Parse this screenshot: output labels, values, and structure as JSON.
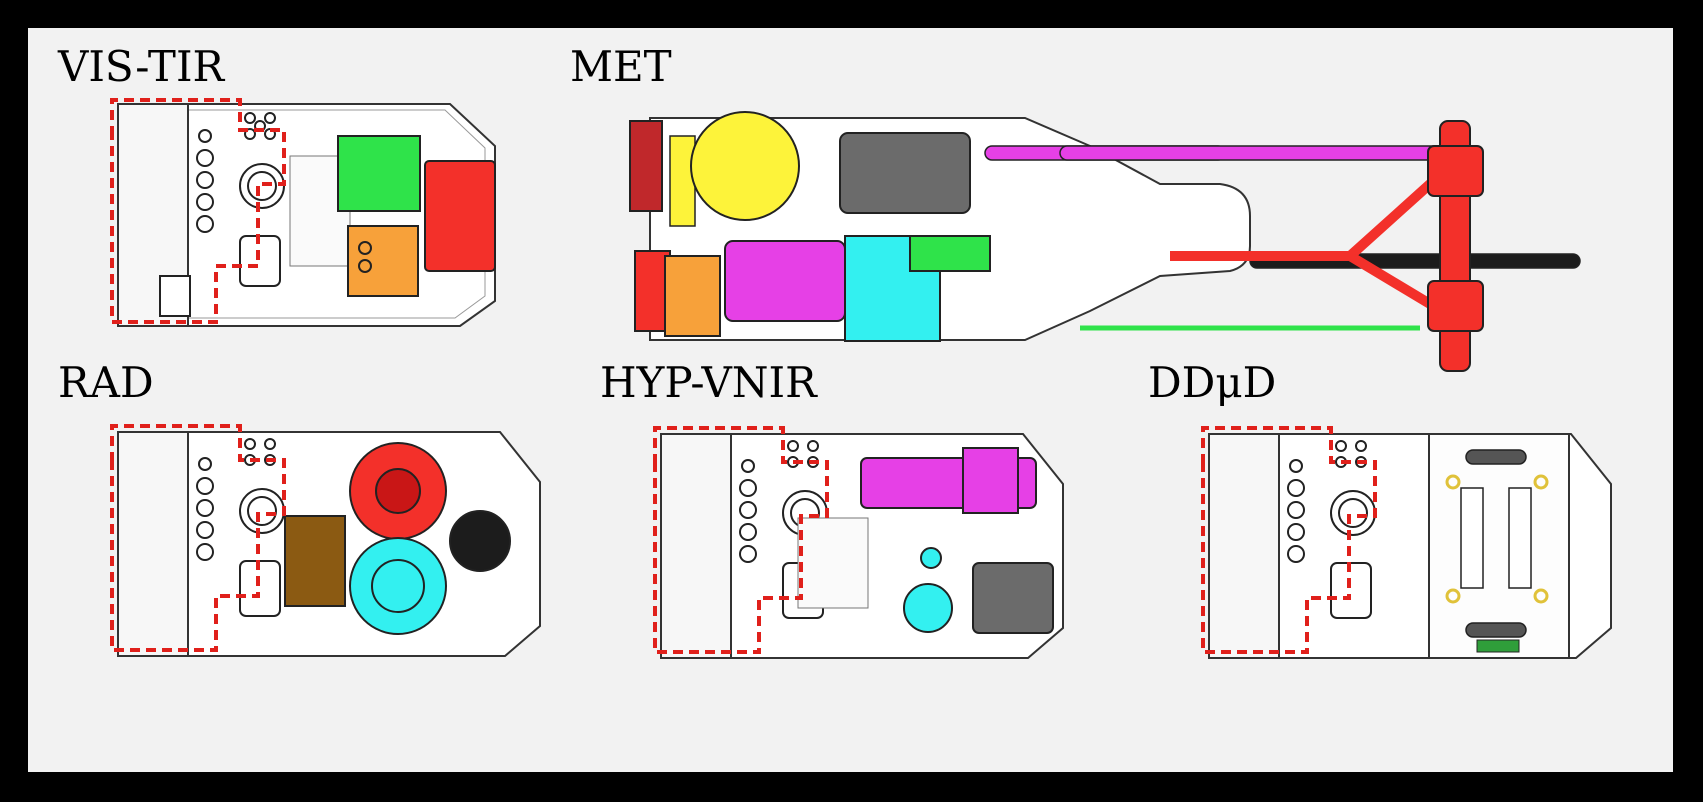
{
  "panels": {
    "vis_tir": {
      "title": "VIS-TIR"
    },
    "met": {
      "title": "MET"
    },
    "rad": {
      "title": "RAD"
    },
    "hyp_vnir": {
      "title": "HYP-VNIR"
    },
    "ddud": {
      "title": "DDμD"
    }
  },
  "colors": {
    "frame": "#000000",
    "background": "#f2f2f2",
    "outline_dashed": "#e0201b",
    "green": "#2fe34a",
    "orange": "#f7a13a",
    "red": "#f3302a",
    "dark_red": "#c0282b",
    "yellow": "#fdf33a",
    "grey": "#6b6b6b",
    "magenta": "#e640e6",
    "cyan": "#33f0f0",
    "brown": "#8b5a12",
    "black": "#1c1c1c"
  }
}
